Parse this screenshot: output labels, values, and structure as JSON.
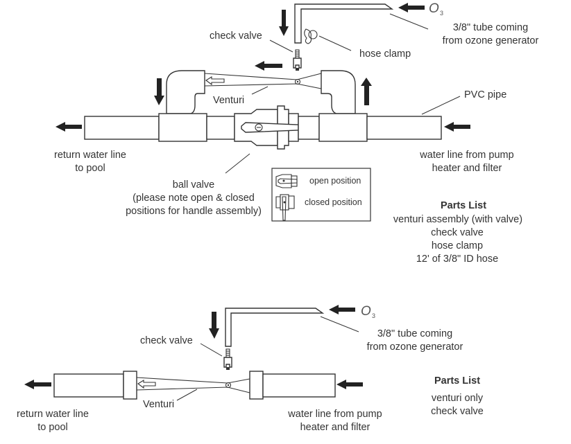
{
  "diagram1": {
    "ozone_symbol": "O",
    "ozone_subscript": "3",
    "labels": {
      "check_valve": "check valve",
      "hose_clamp": "hose clamp",
      "tube_line1": "3/8\" tube coming",
      "tube_line2": "from ozone generator",
      "venturi": "Venturi",
      "pvc_pipe": "PVC pipe",
      "return_line1": "return water line",
      "return_line2": "to pool",
      "from_line1": "water line from pump",
      "from_line2": "heater and filter",
      "ball_valve_line1": "ball valve",
      "ball_valve_line2": "(please note open & closed",
      "ball_valve_line3": "positions for handle assembly)"
    },
    "legend": {
      "open": "open position",
      "closed": "closed position"
    },
    "parts_list": {
      "title": "Parts List",
      "items": [
        "venturi assembly (with valve)",
        "check valve",
        "hose clamp",
        "12' of 3/8\" ID hose"
      ]
    }
  },
  "diagram2": {
    "ozone_symbol": "O",
    "ozone_subscript": "3",
    "labels": {
      "check_valve": "check valve",
      "tube_line1": "3/8\" tube coming",
      "tube_line2": "from ozone generator",
      "venturi": "Venturi",
      "return_line1": "return water line",
      "return_line2": "to pool",
      "from_line1": "water line from pump",
      "from_line2": "heater and filter"
    },
    "parts_list": {
      "title": "Parts List",
      "items": [
        "venturi only",
        "check valve"
      ]
    }
  }
}
